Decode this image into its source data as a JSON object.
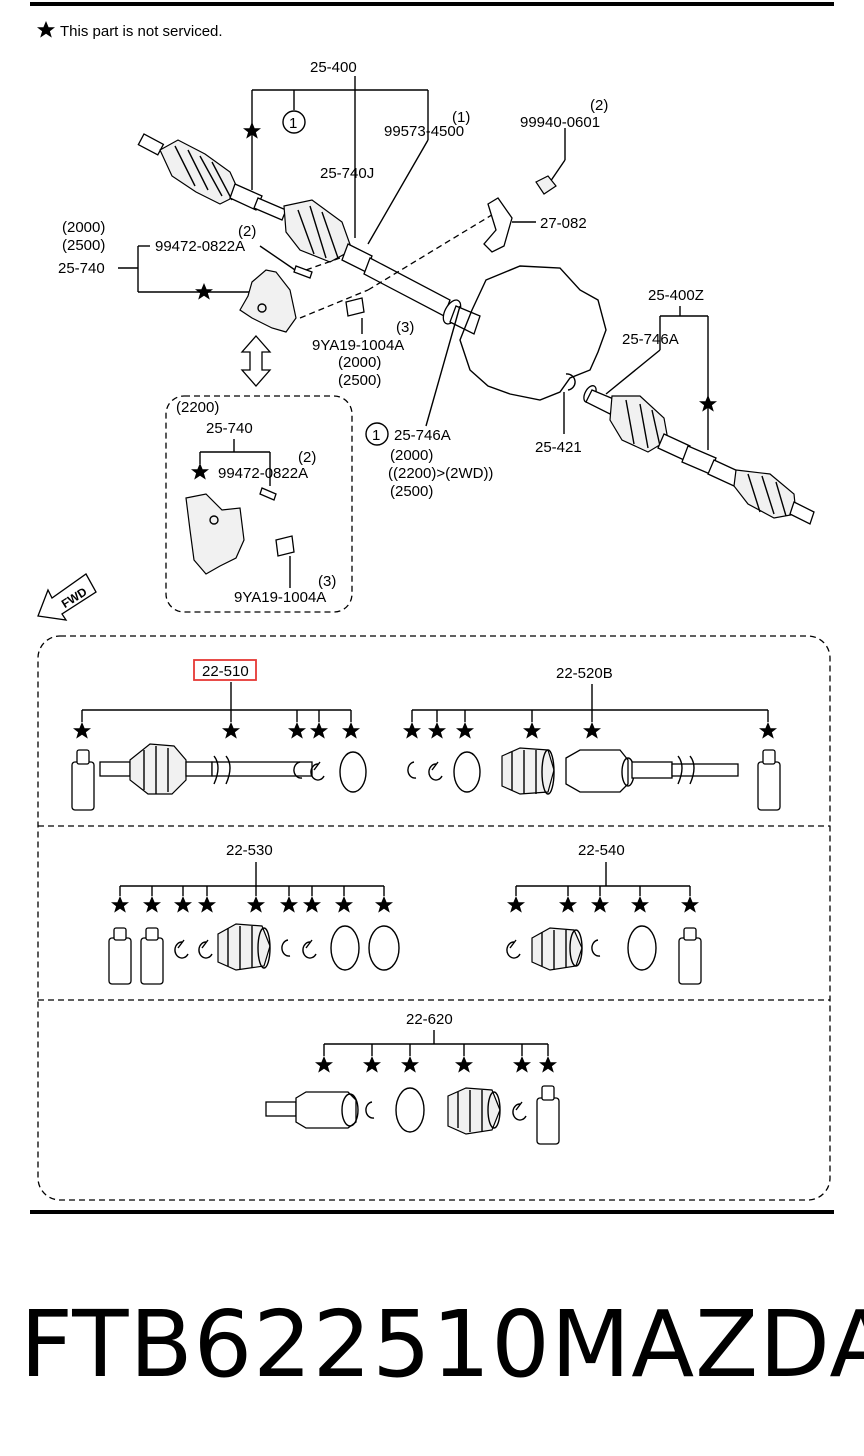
{
  "note": {
    "text": "This part is not serviced."
  },
  "labels": {
    "a25_400": "25-400",
    "q1_top": "(1)",
    "pn_99573": "99573-4500",
    "q2_top": "(2)",
    "pn_99940": "99940-0601",
    "a25_740J": "25-740J",
    "a27_082": "27-082",
    "y2000_a": "(2000)",
    "y2500_a": "(2500)",
    "q2_bolt": "(2)",
    "pn_99472_a": "99472-0822A",
    "a25_740_left": "25-740",
    "q3_bolt": "(3)",
    "pn_9ya19_a": "9YA19-1004A",
    "y2000_b": "(2000)",
    "y2500_b": "(2500)",
    "a25_400Z": "25-400Z",
    "a25_746A_right": "25-746A",
    "circ1_a": "1",
    "circ1_b": "1",
    "a25_746A_mid": "25-746A",
    "y2000_c": "(2000)",
    "y2200_2wd": "((2200)>(2WD))",
    "y2500_c": "(2500)",
    "a25_421": "25-421",
    "y2200_box": "(2200)",
    "a25_740_box": "25-740",
    "q2_box": "(2)",
    "pn_99472_box": "99472-0822A",
    "q3_box": "(3)",
    "pn_9ya19_box": "9YA19-1004A",
    "fwd": "FWD"
  },
  "kits": {
    "k22_510": "22-510",
    "k22_520B": "22-520B",
    "k22_530": "22-530",
    "k22_540": "22-540",
    "k22_620": "22-620"
  },
  "highlight_color": "#e53935",
  "footer": {
    "part_number": "FTB622510",
    "brand": "MAZDA"
  }
}
